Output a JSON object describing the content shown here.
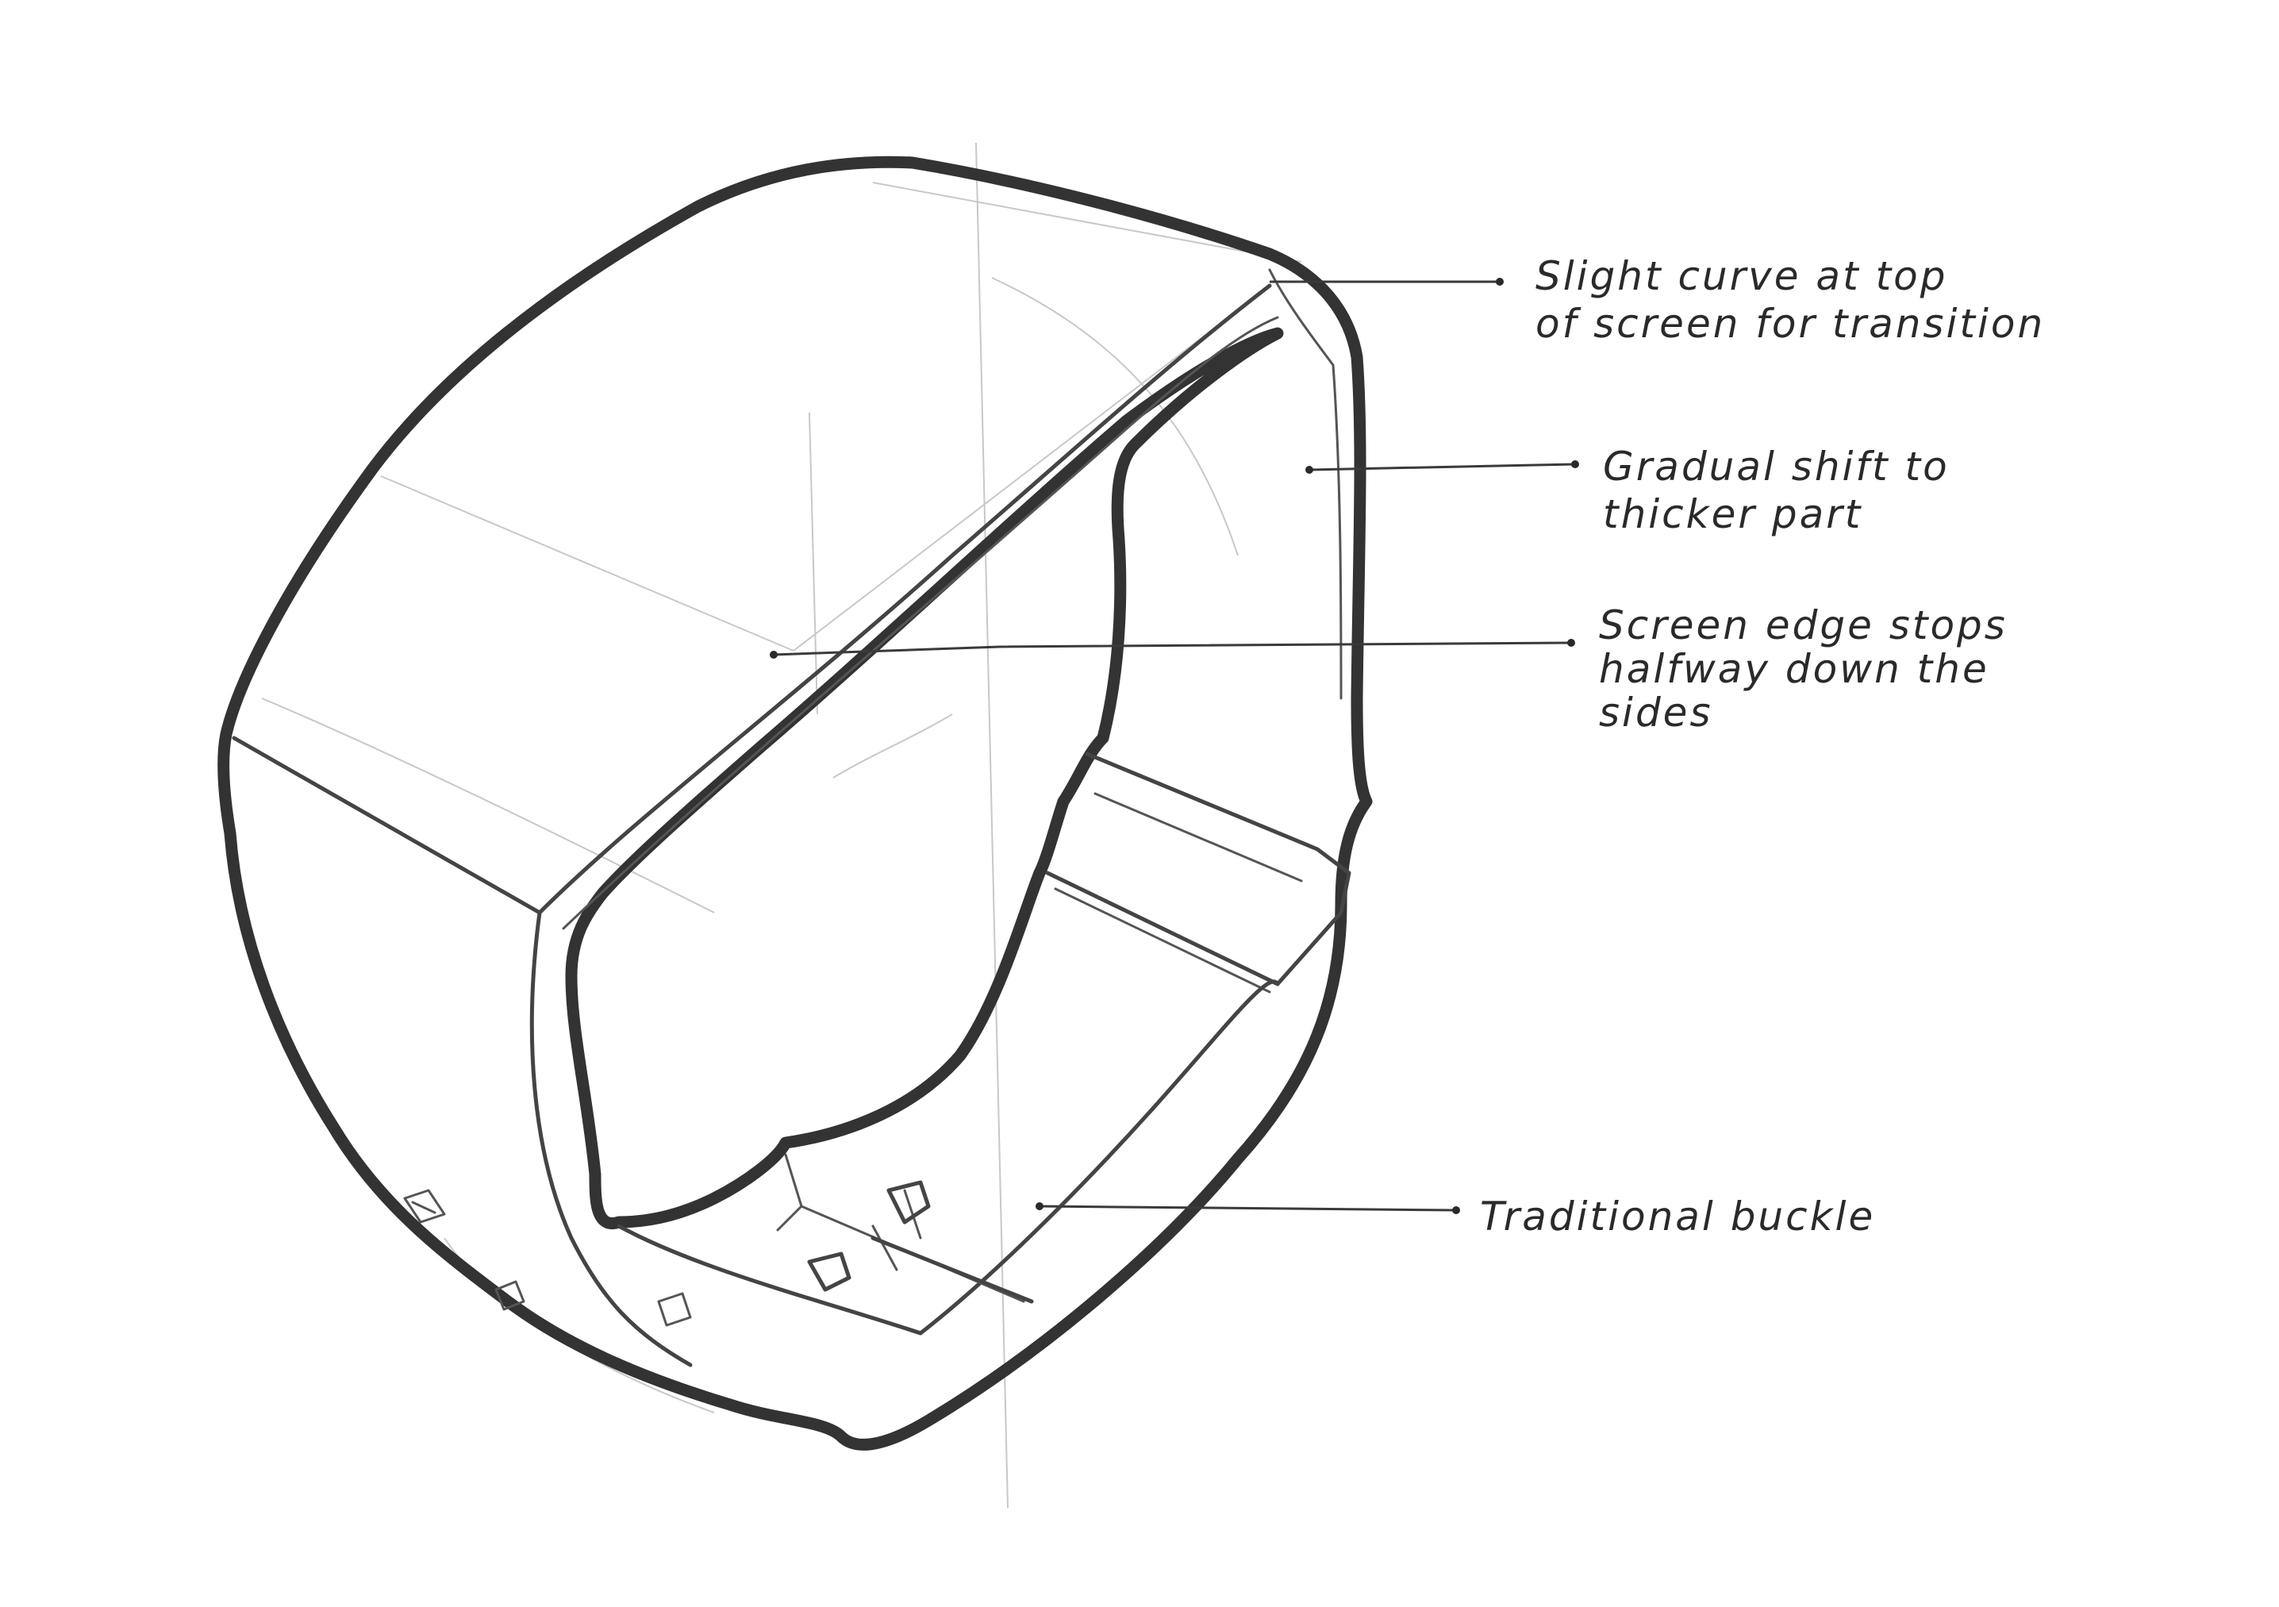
{
  "annotations": [
    {
      "id": "curve-top",
      "lines": [
        "Slight curve at top",
        "of screen for transition"
      ]
    },
    {
      "id": "gradual-shift",
      "lines": [
        "Gradual shift to",
        "thicker part"
      ]
    },
    {
      "id": "screen-edge",
      "lines": [
        "Screen edge stops",
        "halfway down the",
        "sides"
      ]
    },
    {
      "id": "buckle",
      "lines": [
        "Traditional buckle"
      ]
    }
  ],
  "colors": {
    "ink": "#333333",
    "paper": "#ffffff",
    "construction_lines": "#c8c8c8"
  }
}
